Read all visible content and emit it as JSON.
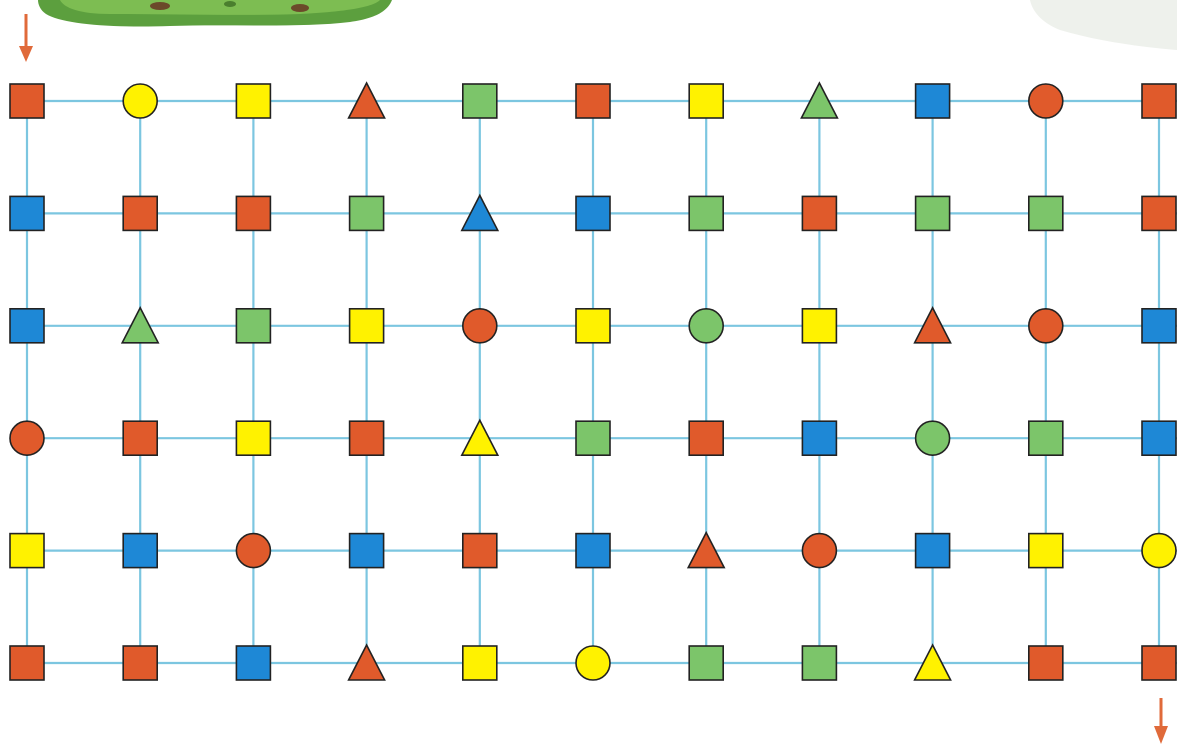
{
  "palette": {
    "orange": "#e05a2b",
    "yellow": "#fff200",
    "green": "#7cc56a",
    "blue": "#1e88d6",
    "grid_line": "#7cc6e0",
    "arrow": "#e06a3a",
    "grass": "#5c9f3e",
    "outline": "#222222"
  },
  "maze": {
    "start_arrow": "arrow-down-icon",
    "end_arrow": "arrow-down-icon",
    "rows": [
      [
        {
          "shape": "square",
          "color": "orange"
        },
        {
          "shape": "circle",
          "color": "yellow"
        },
        {
          "shape": "square",
          "color": "yellow"
        },
        {
          "shape": "triangle",
          "color": "orange"
        },
        {
          "shape": "square",
          "color": "green"
        },
        {
          "shape": "square",
          "color": "orange"
        },
        {
          "shape": "square",
          "color": "yellow"
        },
        {
          "shape": "triangle",
          "color": "green"
        },
        {
          "shape": "square",
          "color": "blue"
        },
        {
          "shape": "circle",
          "color": "orange"
        },
        {
          "shape": "square",
          "color": "orange"
        }
      ],
      [
        {
          "shape": "square",
          "color": "blue"
        },
        {
          "shape": "square",
          "color": "orange"
        },
        {
          "shape": "square",
          "color": "orange"
        },
        {
          "shape": "square",
          "color": "green"
        },
        {
          "shape": "triangle",
          "color": "blue"
        },
        {
          "shape": "square",
          "color": "blue"
        },
        {
          "shape": "square",
          "color": "green"
        },
        {
          "shape": "square",
          "color": "orange"
        },
        {
          "shape": "square",
          "color": "green"
        },
        {
          "shape": "square",
          "color": "green"
        },
        {
          "shape": "square",
          "color": "orange"
        }
      ],
      [
        {
          "shape": "square",
          "color": "blue"
        },
        {
          "shape": "triangle",
          "color": "green"
        },
        {
          "shape": "square",
          "color": "green"
        },
        {
          "shape": "square",
          "color": "yellow"
        },
        {
          "shape": "circle",
          "color": "orange"
        },
        {
          "shape": "square",
          "color": "yellow"
        },
        {
          "shape": "circle",
          "color": "green"
        },
        {
          "shape": "square",
          "color": "yellow"
        },
        {
          "shape": "triangle",
          "color": "orange"
        },
        {
          "shape": "circle",
          "color": "orange"
        },
        {
          "shape": "square",
          "color": "blue"
        }
      ],
      [
        {
          "shape": "circle",
          "color": "orange"
        },
        {
          "shape": "square",
          "color": "orange"
        },
        {
          "shape": "square",
          "color": "yellow"
        },
        {
          "shape": "square",
          "color": "orange"
        },
        {
          "shape": "triangle",
          "color": "yellow"
        },
        {
          "shape": "square",
          "color": "green"
        },
        {
          "shape": "square",
          "color": "orange"
        },
        {
          "shape": "square",
          "color": "blue"
        },
        {
          "shape": "circle",
          "color": "green"
        },
        {
          "shape": "square",
          "color": "green"
        },
        {
          "shape": "square",
          "color": "blue"
        }
      ],
      [
        {
          "shape": "square",
          "color": "yellow"
        },
        {
          "shape": "square",
          "color": "blue"
        },
        {
          "shape": "circle",
          "color": "orange"
        },
        {
          "shape": "square",
          "color": "blue"
        },
        {
          "shape": "square",
          "color": "orange"
        },
        {
          "shape": "square",
          "color": "blue"
        },
        {
          "shape": "triangle",
          "color": "orange"
        },
        {
          "shape": "circle",
          "color": "orange"
        },
        {
          "shape": "square",
          "color": "blue"
        },
        {
          "shape": "square",
          "color": "yellow"
        },
        {
          "shape": "circle",
          "color": "yellow"
        }
      ],
      [
        {
          "shape": "square",
          "color": "orange"
        },
        {
          "shape": "square",
          "color": "orange"
        },
        {
          "shape": "square",
          "color": "blue"
        },
        {
          "shape": "triangle",
          "color": "orange"
        },
        {
          "shape": "square",
          "color": "yellow"
        },
        {
          "shape": "circle",
          "color": "yellow"
        },
        {
          "shape": "square",
          "color": "green"
        },
        {
          "shape": "square",
          "color": "green"
        },
        {
          "shape": "triangle",
          "color": "yellow"
        },
        {
          "shape": "square",
          "color": "orange"
        },
        {
          "shape": "square",
          "color": "orange"
        }
      ]
    ]
  }
}
